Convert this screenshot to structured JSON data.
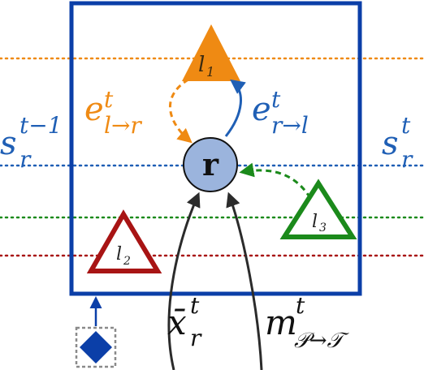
{
  "colors": {
    "frame": "#0b3fa8",
    "orange": "#ef8a13",
    "blue": "#1f5fb5",
    "green": "#1b8a1b",
    "red": "#a81414",
    "node_fill": "#9bb4dd",
    "dark": "#2b2b2b",
    "gray": "#8a8a8a"
  },
  "labels": {
    "s_prev": "s",
    "s_prev_sup": "t−1",
    "s_prev_sub": "r",
    "s_cur": "s",
    "s_cur_sup": "t",
    "s_cur_sub": "r",
    "e_l_r": "e",
    "e_l_r_sup": "t",
    "e_l_r_sub": "l→r",
    "e_r_l": "e",
    "e_r_l_sup": "t",
    "e_r_l_sub": "r→l",
    "node_r": "r",
    "l1": "l",
    "l1_sub": "1",
    "l2": "l",
    "l2_sub": "2",
    "l3": "l",
    "l3_sub": "3",
    "x_bar": "x̄",
    "x_sup": "t",
    "x_sub": "r",
    "m": "m",
    "m_sup": "t",
    "m_sub": "𝒫→𝒯"
  },
  "icons": {
    "landmark_shape": "triangle-icon",
    "root_shape": "diamond-icon"
  }
}
